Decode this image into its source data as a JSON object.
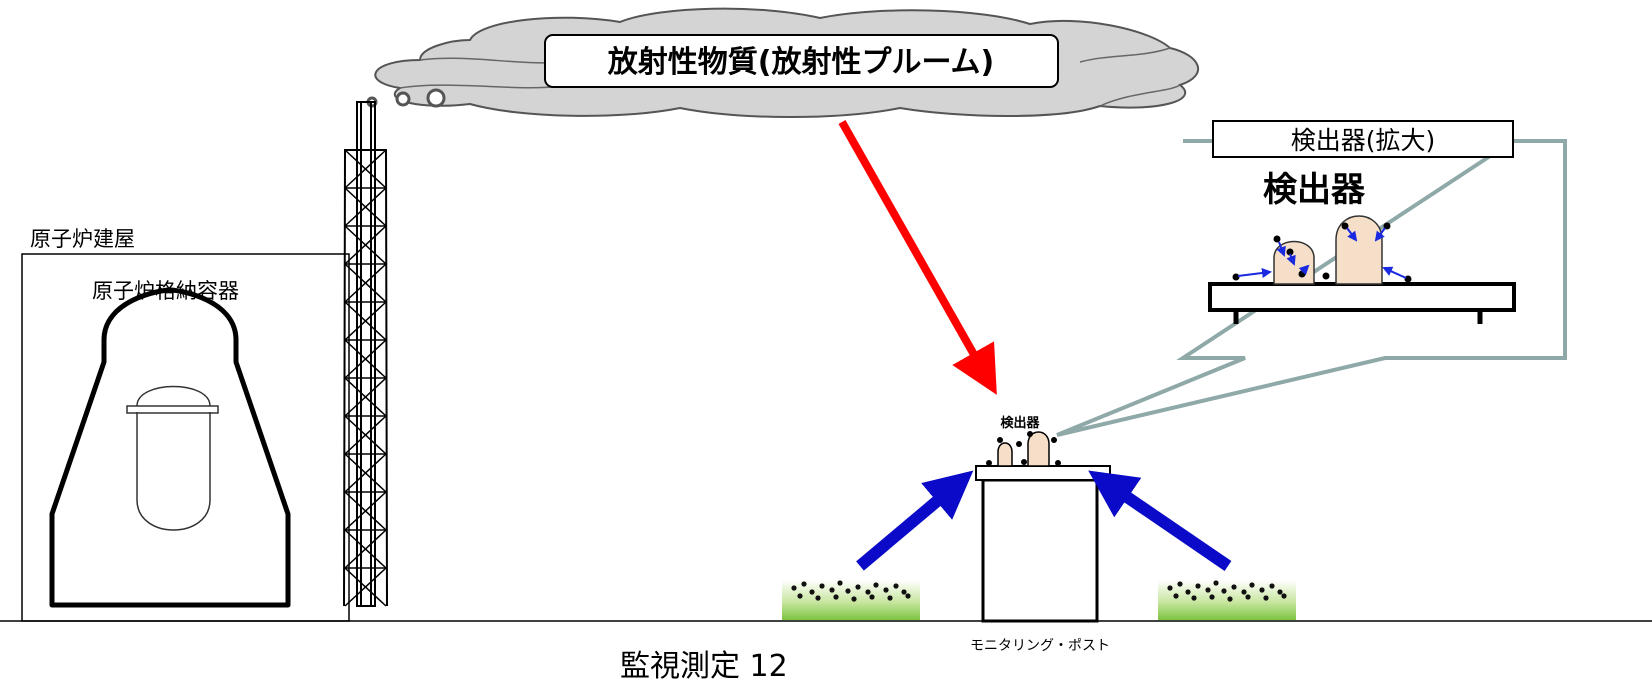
{
  "plume": {
    "label": "放射性物質(放射性プルーム)"
  },
  "reactor_building": {
    "label": "原子炉建屋"
  },
  "containment": {
    "label": "原子炉格納容器"
  },
  "magnified": {
    "header": "検出器(拡大)",
    "detector_label": "検出器"
  },
  "detector": {
    "label": "検出器"
  },
  "monitoring_post": {
    "label": "モニタリング・ポスト"
  },
  "caption": {
    "text": "監視測定 12"
  },
  "colors": {
    "plume_arrow": "#ff0000",
    "ground_arrow": "#0a0ac8",
    "cloud_fill": "#d4d4d4",
    "callout_border": "#8fa9a9",
    "detector_fill": "#f6dfc8",
    "grass": "#7cc442"
  }
}
